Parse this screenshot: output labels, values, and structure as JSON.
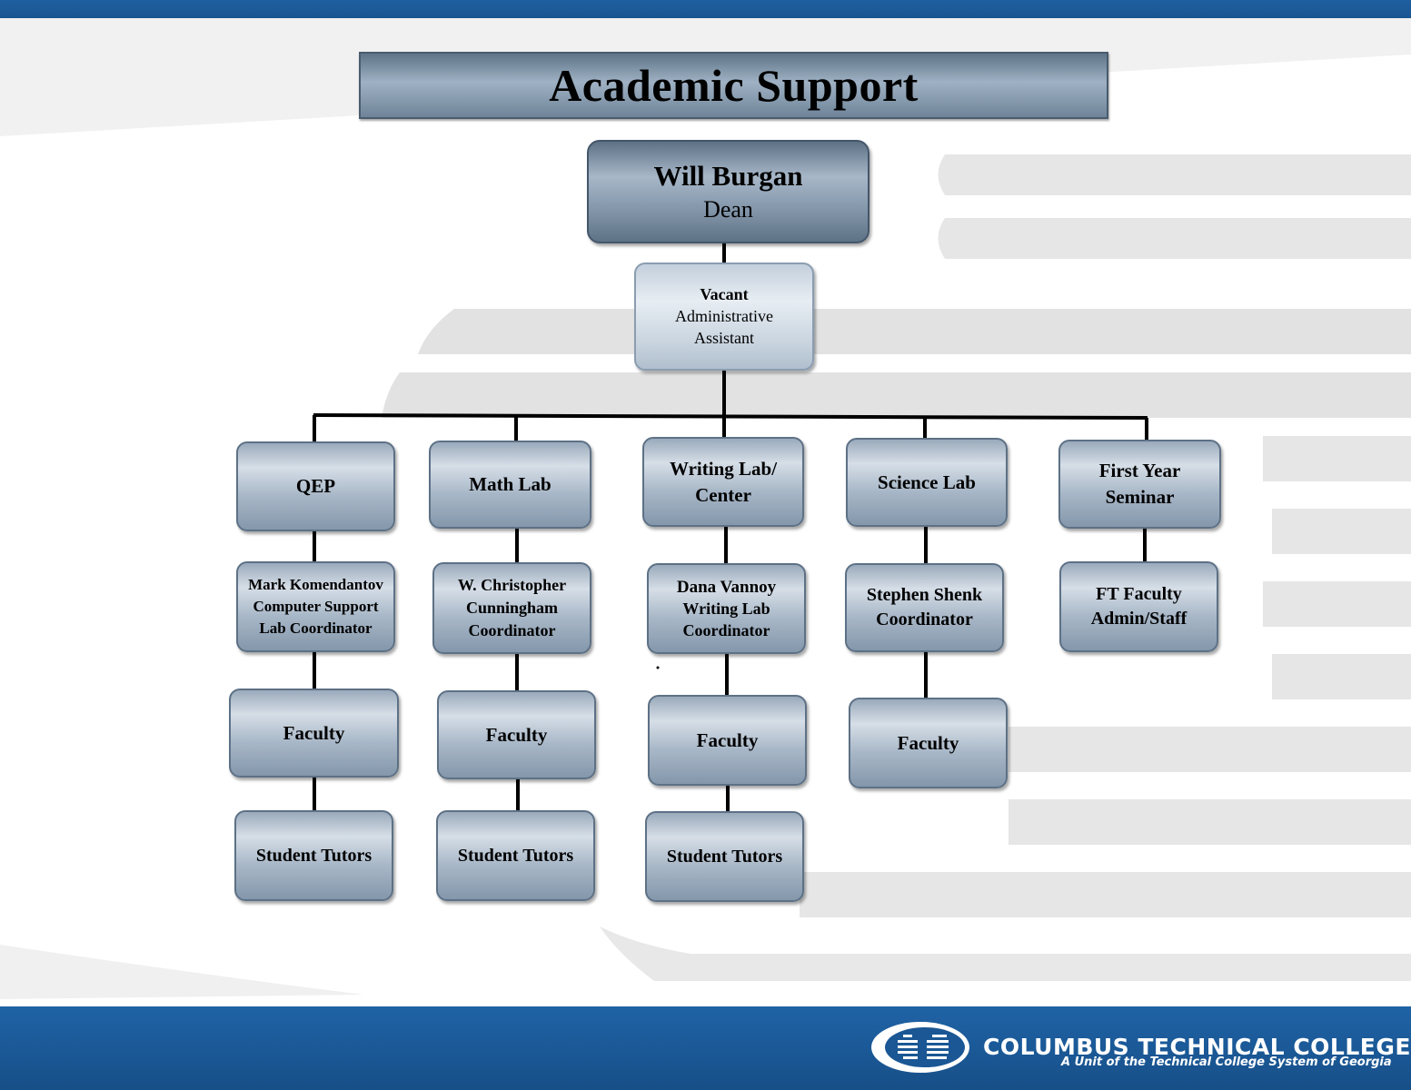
{
  "title": "Academic Support",
  "dean": {
    "name": "Will Burgan",
    "role": "Dean"
  },
  "assistant": {
    "name": "Vacant",
    "role_line1": "Administrative",
    "role_line2": "Assistant"
  },
  "departments": {
    "qep": {
      "label": "QEP",
      "lead_line1": "Mark Komendantov",
      "lead_line2": "Computer Support",
      "lead_line3": "Lab Coordinator",
      "faculty": "Faculty",
      "tutors": "Student Tutors"
    },
    "math": {
      "label": "Math Lab",
      "lead_line1": "W. Christopher",
      "lead_line2": "Cunningham",
      "lead_line3": "Coordinator",
      "faculty": "Faculty",
      "tutors": "Student Tutors"
    },
    "writing": {
      "label_line1": "Writing Lab/",
      "label_line2": "Center",
      "lead_line1": "Dana Vannoy",
      "lead_line2": "Writing Lab",
      "lead_line3": "Coordinator",
      "faculty": "Faculty",
      "tutors": "Student Tutors"
    },
    "science": {
      "label": "Science Lab",
      "lead_line1": "Stephen Shenk",
      "lead_line2": "Coordinator",
      "faculty": "Faculty"
    },
    "fys": {
      "label_line1": "First Year",
      "label_line2": "Seminar",
      "lead_line1": "FT Faculty",
      "lead_line2": "Admin/Staff"
    }
  },
  "footer": {
    "college": "COLUMBUS TECHNICAL COLLEGE",
    "tagline": "A Unit of the Technical College System of Georgia"
  },
  "colors": {
    "brand_blue": "#1a5794",
    "node_border": "#5d7186"
  }
}
